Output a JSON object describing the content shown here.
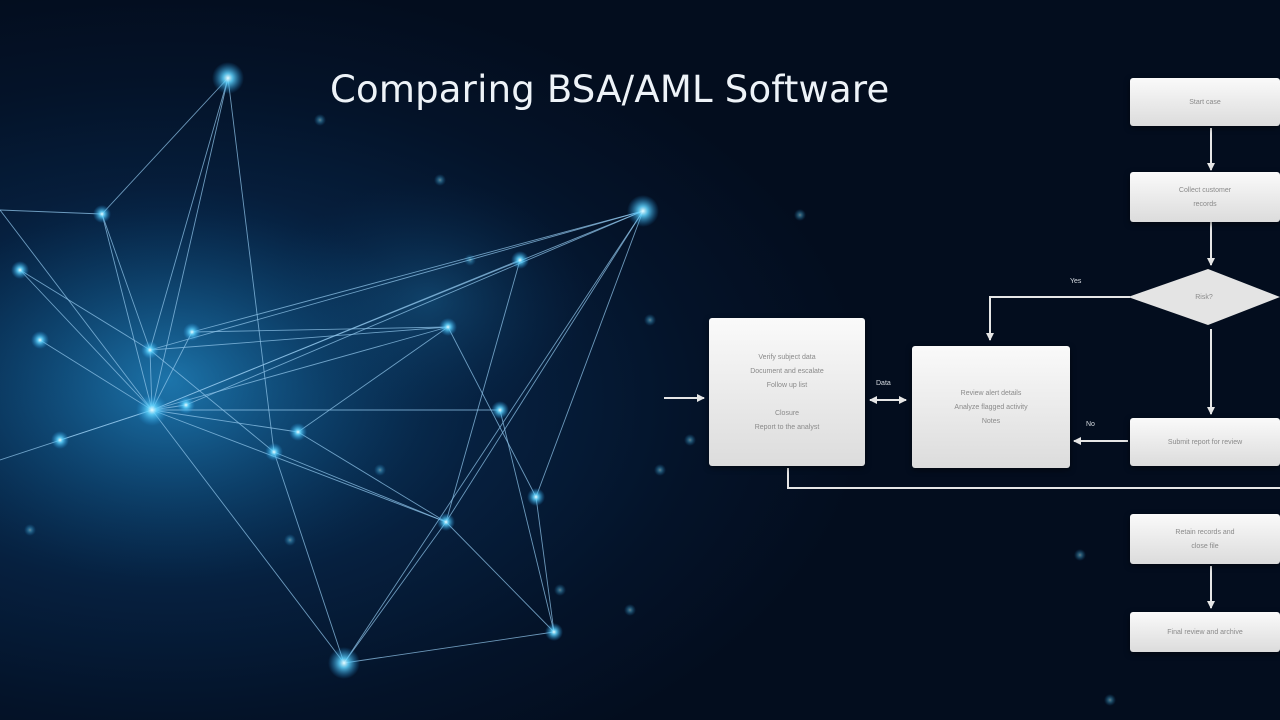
{
  "title": "Comparing BSA/AML Software",
  "colors": {
    "background": "#041329",
    "network_line": "#8fc4ea",
    "network_node": "#6fdcff",
    "flow_box": "#f0f0f0",
    "flow_line": "#e6e6e6"
  },
  "flowchart": {
    "start": "Start case",
    "step2": [
      "Collect customer",
      "records"
    ],
    "decision": "Risk?",
    "yes_label": "Yes",
    "no_label": "No",
    "review": [
      "Review alert details",
      "Analyze flagged activity",
      "Notes"
    ],
    "analysis": [
      "Verify subject data",
      "Document and escalate",
      "Follow up list",
      "Closure",
      "Report to the analyst"
    ],
    "io_label": "Data",
    "report": "Submit report for review",
    "archive": [
      "Retain records and",
      "close file"
    ],
    "end": "Final review and archive"
  }
}
